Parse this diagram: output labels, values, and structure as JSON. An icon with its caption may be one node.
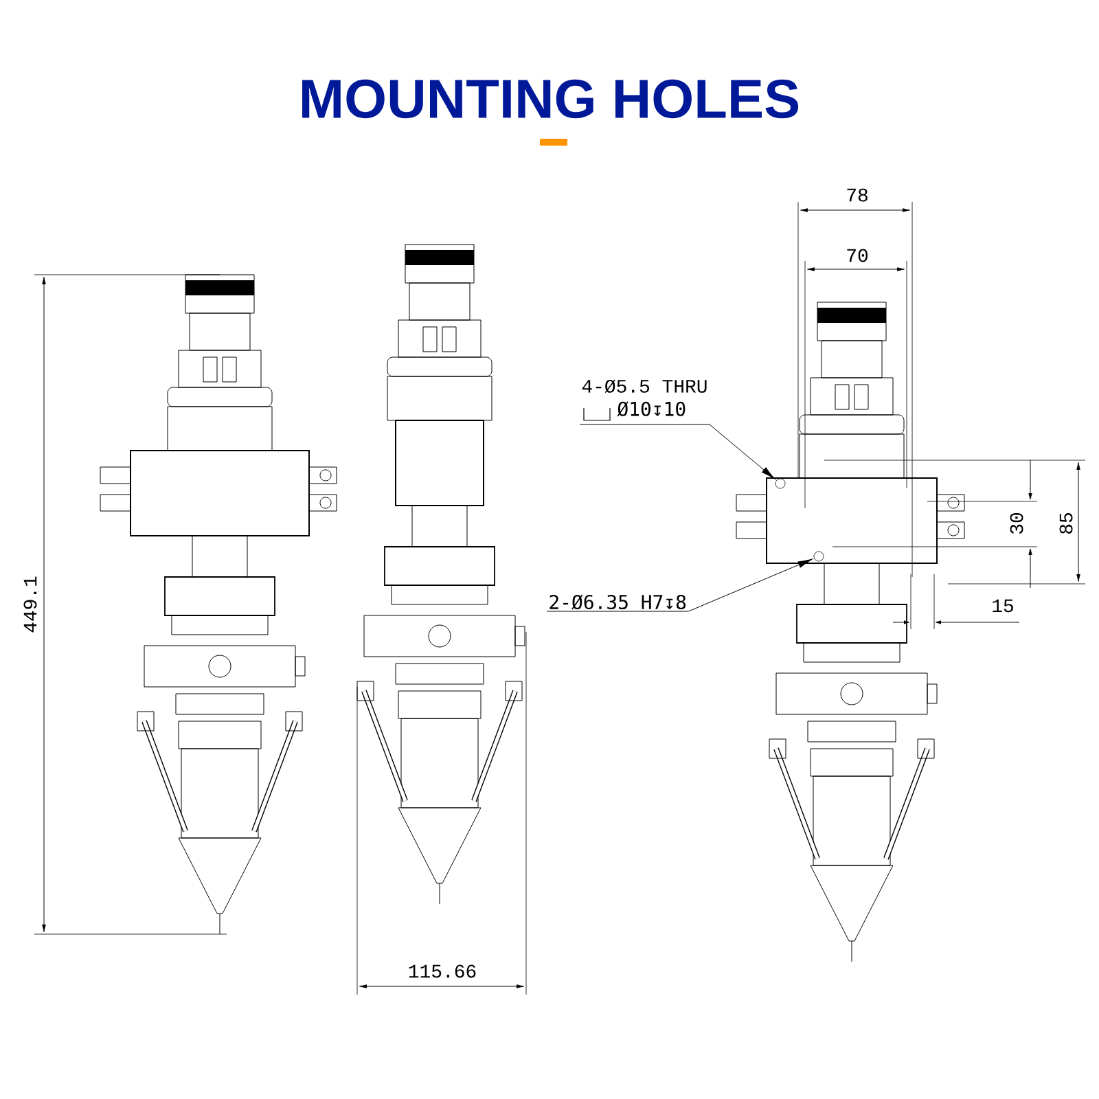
{
  "diagram": {
    "title": "MOUNTING HOLES",
    "nodes": [
      {
        "text": [
          "4-Ø5.5 THRU",
          "Ø10↧10"
        ]
      },
      {
        "text": [],
        "shape": "circle"
      },
      {
        "text": [
          "2-Ø6.35 H7↧8"
        ]
      },
      {
        "text": [],
        "shape": "circle"
      }
    ],
    "edges": [
      {
        "from": 0,
        "to": 1,
        "arrow": "to"
      },
      {
        "from": 2,
        "to": 3,
        "arrow": "to"
      }
    ],
    "labels": [
      "449.1",
      "115.66",
      "78",
      "70",
      "30",
      "85",
      "15"
    ]
  }
}
